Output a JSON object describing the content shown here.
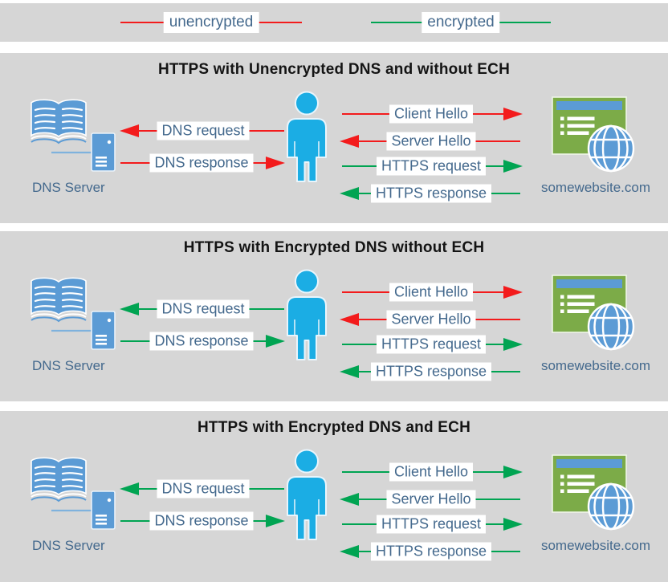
{
  "colors": {
    "unencrypted": "#f31b1c",
    "encrypted": "#00a452",
    "panel_bg": "#d6d6d6",
    "label_text": "#44698d",
    "person_blue": "#1bade4",
    "icon_blue": "#5b9bd5",
    "website_green": "#7cab48"
  },
  "legend": [
    {
      "label": "unencrypted",
      "encrypted": false
    },
    {
      "label": "encrypted",
      "encrypted": true
    }
  ],
  "panels": [
    {
      "title": "HTTPS with Unencrypted DNS and without ECH",
      "dns_server_label": "DNS Server",
      "website_label": "somewebsite.com",
      "messages": [
        {
          "label": "DNS request",
          "encrypted": false
        },
        {
          "label": "DNS response",
          "encrypted": false
        },
        {
          "label": "Client Hello",
          "encrypted": false
        },
        {
          "label": "Server Hello",
          "encrypted": false
        },
        {
          "label": "HTTPS request",
          "encrypted": true
        },
        {
          "label": "HTTPS response",
          "encrypted": true
        }
      ]
    },
    {
      "title": "HTTPS with Encrypted DNS without ECH",
      "dns_server_label": "DNS Server",
      "website_label": "somewebsite.com",
      "messages": [
        {
          "label": "DNS request",
          "encrypted": true
        },
        {
          "label": "DNS response",
          "encrypted": true
        },
        {
          "label": "Client Hello",
          "encrypted": false
        },
        {
          "label": "Server Hello",
          "encrypted": false
        },
        {
          "label": "HTTPS request",
          "encrypted": true
        },
        {
          "label": "HTTPS response",
          "encrypted": true
        }
      ]
    },
    {
      "title": "HTTPS with Encrypted DNS and ECH",
      "dns_server_label": "DNS Server",
      "website_label": "somewebsite.com",
      "messages": [
        {
          "label": "DNS request",
          "encrypted": true
        },
        {
          "label": "DNS response",
          "encrypted": true
        },
        {
          "label": "Client Hello",
          "encrypted": true
        },
        {
          "label": "Server Hello",
          "encrypted": true
        },
        {
          "label": "HTTPS request",
          "encrypted": true
        },
        {
          "label": "HTTPS response",
          "encrypted": true
        }
      ]
    }
  ]
}
